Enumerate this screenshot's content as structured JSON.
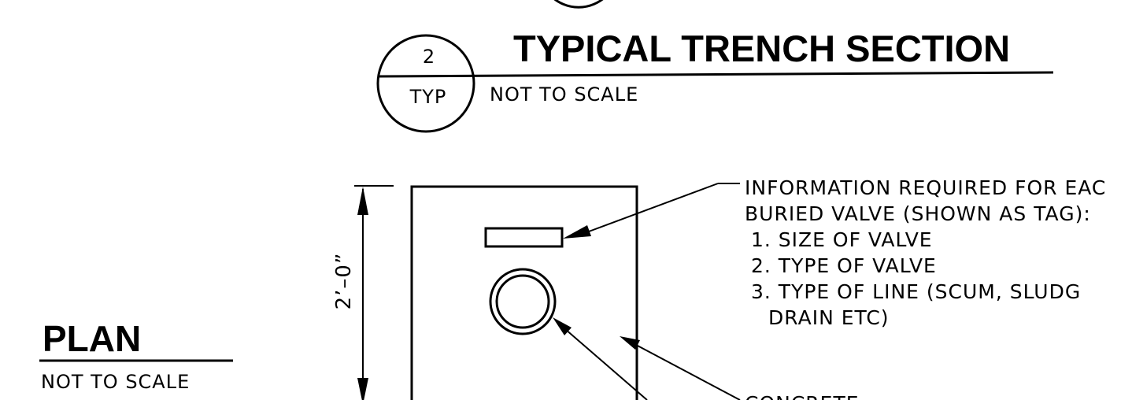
{
  "section_callout": {
    "number": "2",
    "sheet": "TYP",
    "title": "TYPICAL TRENCH SECTION",
    "scale_note": "NOT TO SCALE"
  },
  "plan_callout": {
    "title": "PLAN",
    "scale_note": "NOT TO SCALE"
  },
  "dimension": {
    "label": "2’–0”"
  },
  "notes": {
    "tag_info": {
      "line1": "INFORMATION REQUIRED FOR EAC",
      "line2": "BURIED VALVE (SHOWN AS TAG):",
      "items": [
        "1. SIZE OF VALVE",
        "2. TYPE OF VALVE",
        "3. TYPE OF LINE (SCUM, SLUDG",
        "DRAIN ETC)"
      ]
    },
    "concrete_label": "CONCRETE"
  }
}
